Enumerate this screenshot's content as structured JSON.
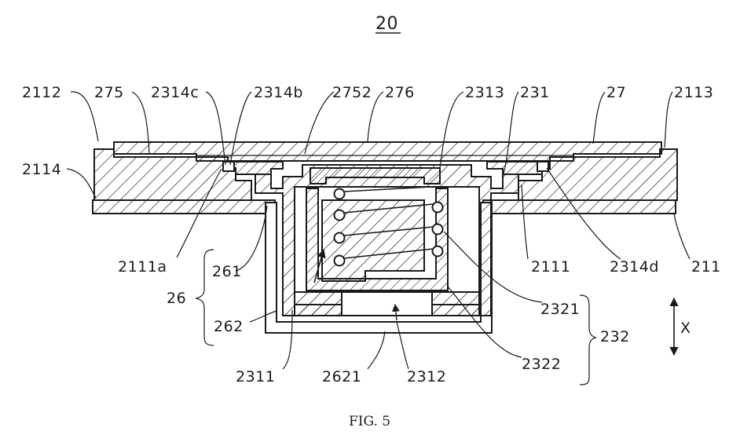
{
  "figure": {
    "ref_number": "20",
    "caption": "FIG. 5",
    "axis_label": "X"
  },
  "labels": {
    "l2112": "2112",
    "l275": "275",
    "l2314c": "2314c",
    "l2314b": "2314b",
    "l2752": "2752",
    "l276": "276",
    "l2313": "2313",
    "l231": "231",
    "l27": "27",
    "l2113": "2113",
    "l2114": "2114",
    "l2111a": "2111a",
    "l261": "261",
    "l26": "26",
    "l262": "262",
    "l2311": "2311",
    "l2621": "2621",
    "l2312": "2312",
    "l2322": "2322",
    "l232": "232",
    "l2321": "2321",
    "l2111": "2111",
    "l2314d": "2314d",
    "l211": "211"
  }
}
